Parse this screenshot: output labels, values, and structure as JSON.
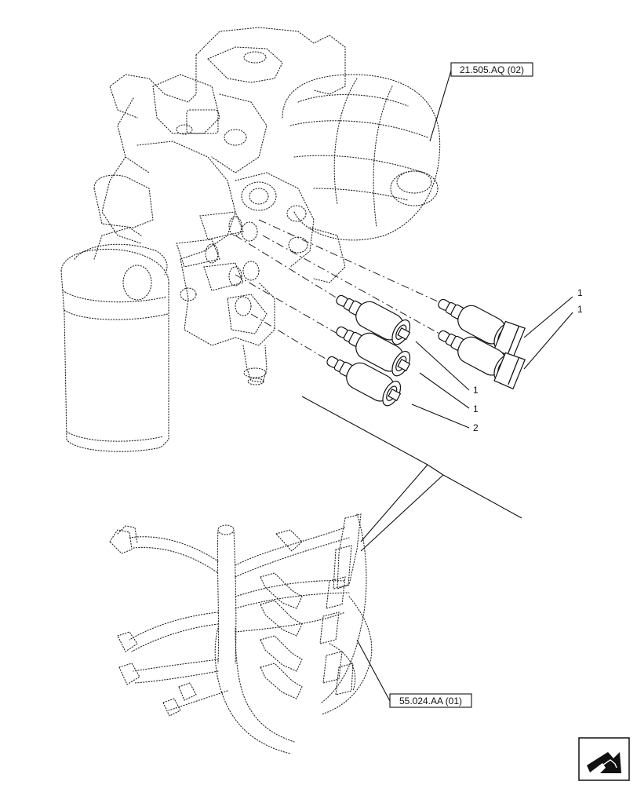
{
  "references": {
    "valve_block_ref": "21.505.AQ (02)",
    "harness_ref": "55.024.AA (01)"
  },
  "callouts": {
    "item_a": "1",
    "item_b": "1",
    "item_c": "1",
    "item_d": "1",
    "item_e": "2"
  },
  "nav_icon": "next-page-arrow-icon"
}
